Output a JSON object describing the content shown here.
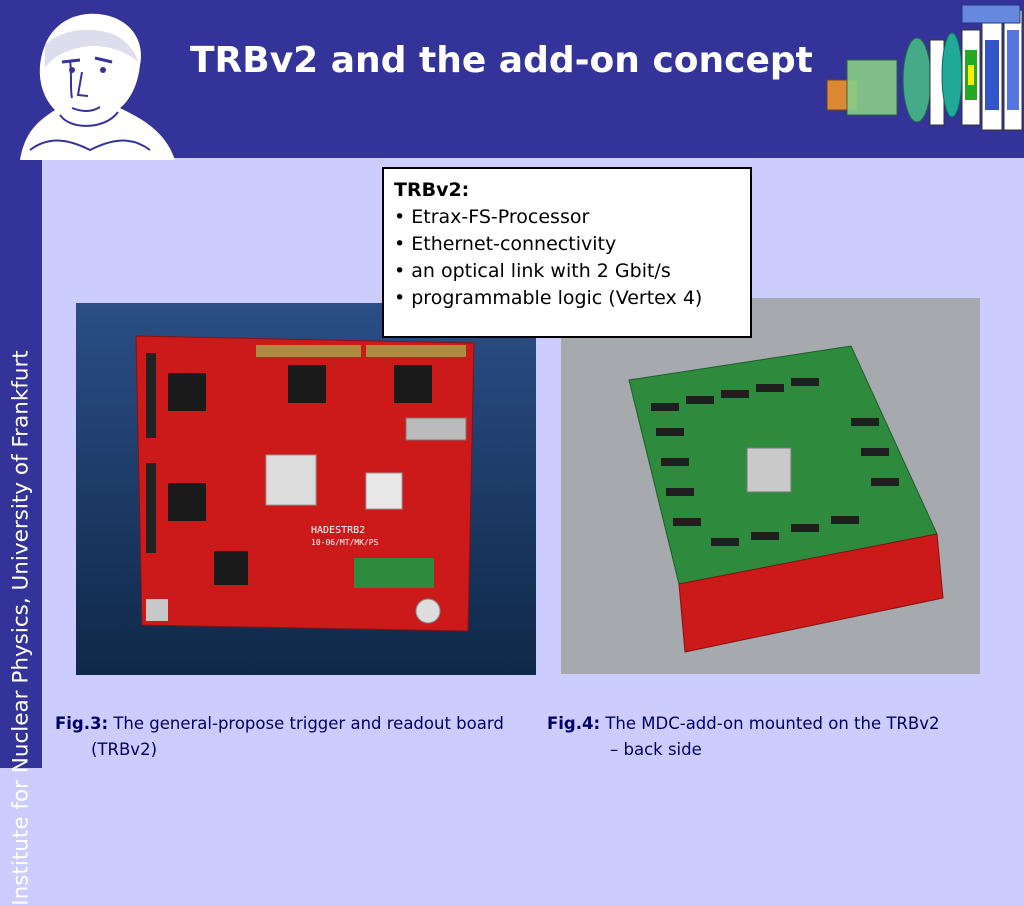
{
  "slide": {
    "title": "TRBv2 and the add-on concept",
    "sidebar_text": "Institute for Nuclear Physics, University of Frankfurt"
  },
  "info_box": {
    "heading": "TRBv2:",
    "bullets": [
      "• Etrax-FS-Processor",
      "• Ethernet-connectivity",
      "• an optical link with 2 Gbit/s",
      "• programmable logic (Vertex 4)"
    ]
  },
  "captions": {
    "fig3_label": "Fig.3:",
    "fig3_text_line1": "The general-propose trigger and readout board",
    "fig3_text_line2": "(TRBv2)",
    "fig4_label": "Fig.4:",
    "fig4_text_line1": "The MDC-add-on mounted on the TRBv2",
    "fig4_text_line2": "– back side"
  },
  "photo_labels": {
    "board_name": "HADESTRB2",
    "board_sub": "10-06/MT/MK/PS"
  },
  "colors": {
    "header": "#333399",
    "background": "#ccccff",
    "board_red": "#cc1a1a",
    "board_green": "#2e8b3d"
  }
}
